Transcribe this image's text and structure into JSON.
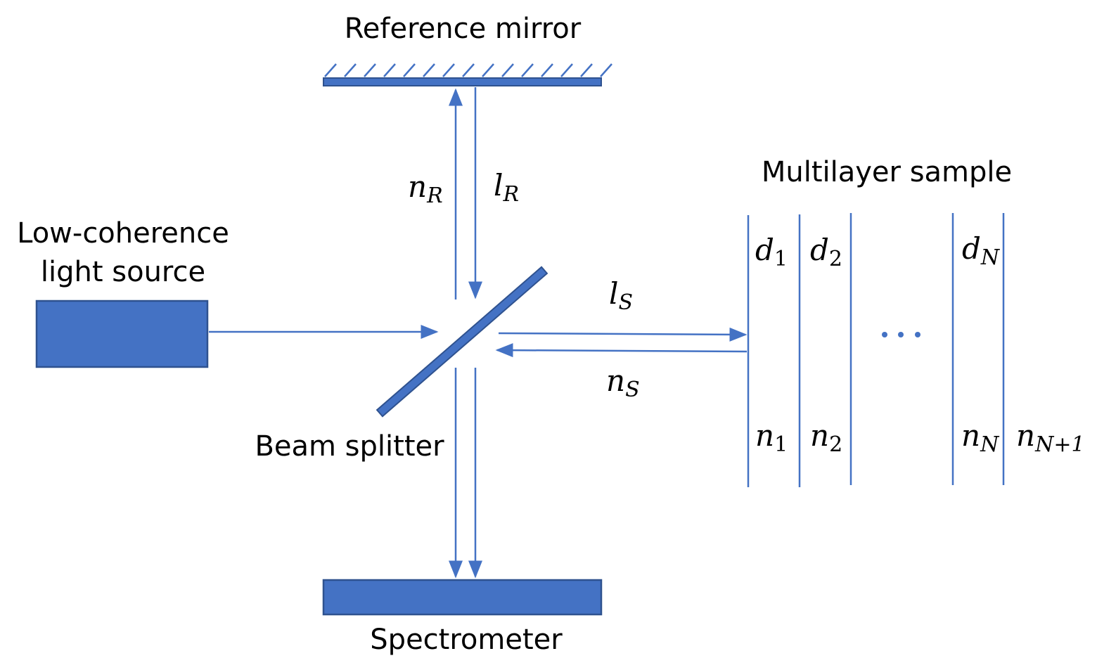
{
  "colors": {
    "component_fill": "#4472C4",
    "component_stroke": "#2F528F",
    "beam": "#4472C4",
    "text": "#000000",
    "background": "#FFFFFF"
  },
  "labels": {
    "reference_mirror": "Reference mirror",
    "light_source_line1": "Low-coherence",
    "light_source_line2": "light source",
    "beam_splitter": "Beam splitter",
    "spectrometer": "Spectrometer",
    "multilayer_sample": "Multilayer sample",
    "ellipsis": "···"
  },
  "symbols": {
    "n": "n",
    "l": "l",
    "d": "d",
    "sub_R": "R",
    "sub_S": "S",
    "sub_1": "1",
    "sub_2": "2",
    "sub_N": "N",
    "sub_N1": "N+1"
  }
}
